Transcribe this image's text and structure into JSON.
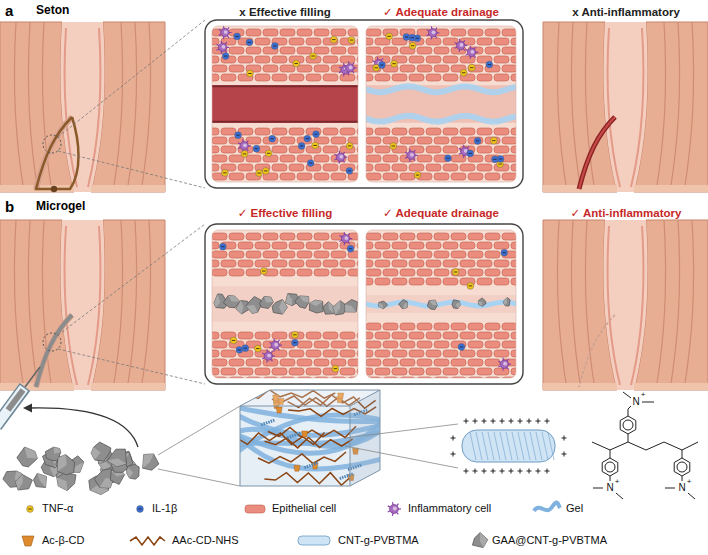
{
  "diagram": {
    "labels": [
      "a",
      "Seton",
      "x Effective filling",
      "✓ Adequate drainage",
      "x Anti-inflammatory",
      "b",
      "Microgel",
      "✓ Effective filling",
      "✓ Adequate drainage",
      "✓ Anti-inflammatory",
      "N",
      "+",
      "N",
      "+",
      "N",
      "+"
    ],
    "legend": [
      {
        "text": "TNF-α"
      },
      {
        "text": "IL-1β"
      },
      {
        "text": "Epithelial cell"
      },
      {
        "text": "Inflammatory cell"
      },
      {
        "text": "Gel"
      },
      {
        "text": "Ac-β-CD"
      },
      {
        "text": "AAc-CD-NHS"
      },
      {
        "text": "CNT-g-PVBTMA"
      },
      {
        "text": "GAA@CNT-g-PVBTMA"
      }
    ]
  }
}
